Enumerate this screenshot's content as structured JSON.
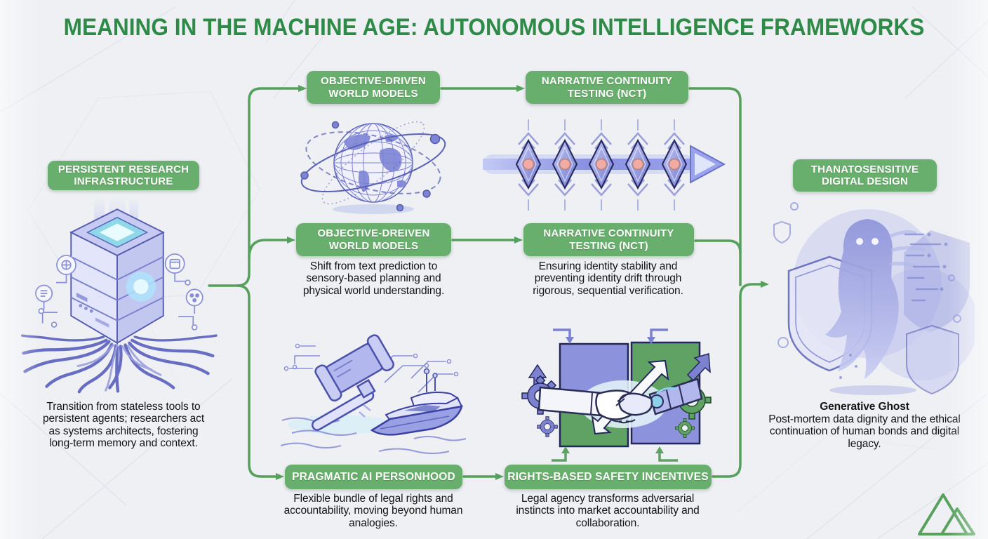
{
  "title": "MEANING IN THE MACHINE AGE: AUTONOMOUS INTELLIGENCE FRAMEWORKS",
  "colors": {
    "title_green": "#2e8b47",
    "node_green": "#68ae6c",
    "arrow_green": "#55a05d",
    "illustration_purple": "#7c82d4",
    "body_text": "#141414",
    "background": "#eef0f4"
  },
  "nodes": {
    "persistent_research": {
      "label": "PERSISTENT RESEARCH\nINFRASTRUCTURE",
      "description": "Transition from stateless tools to persistent agents; researchers act as systems architects, fostering long-term memory and context."
    },
    "objective_world_models_top": {
      "label": "OBJECTIVE-DRIVEN\nWORLD MODELS"
    },
    "narrative_continuity_top": {
      "label": "NARRATIVE CONTINUITY\nTESTING (NCT)"
    },
    "objective_world_models": {
      "label": "OBJECTIVE-DREIVEN\nWORLD MODELS",
      "description": "Shift from text prediction to sensory-based planning and physical world understanding."
    },
    "narrative_continuity": {
      "label": "NARRATIVE CONTINUITY\nTESTING (NCT)",
      "description": "Ensuring identity stability and preventing identity drift through rigorous, sequential verification."
    },
    "pragmatic_personhood": {
      "label": "PRAGMATIC AI PERSONHOOD",
      "description": "Flexible bundle of legal rights and accountability, moving beyond human analogies."
    },
    "rights_based_safety": {
      "label": "RIGHTS-BASED SAFETY INCENTIVES",
      "description": "Legal agency transforms adversarial instincts into market accountability and collaboration."
    },
    "thanatosensitive": {
      "label": "THANATOSENSITIVE\nDIGITAL DESIGN",
      "heading": "Generative Ghost",
      "description": "Post-mortem data dignity and the ethical continuation of human bonds and digital legacy."
    }
  },
  "icons": [
    "server-roots-illustration",
    "globe-orbits-illustration",
    "diamond-timeline-illustration",
    "gavel-yacht-illustration",
    "handshake-illustration",
    "ghost-shields-illustration",
    "mountain-logo-icon"
  ],
  "flow": [
    "persistent_research -> objective_world_models_top",
    "persistent_research -> objective_world_models",
    "persistent_research -> pragmatic_personhood",
    "objective_world_models_top -> narrative_continuity_top",
    "objective_world_models -> narrative_continuity",
    "pragmatic_personhood -> rights_based_safety",
    "narrative_continuity_top -> thanatosensitive",
    "narrative_continuity -> thanatosensitive",
    "rights_based_safety -> thanatosensitive"
  ]
}
